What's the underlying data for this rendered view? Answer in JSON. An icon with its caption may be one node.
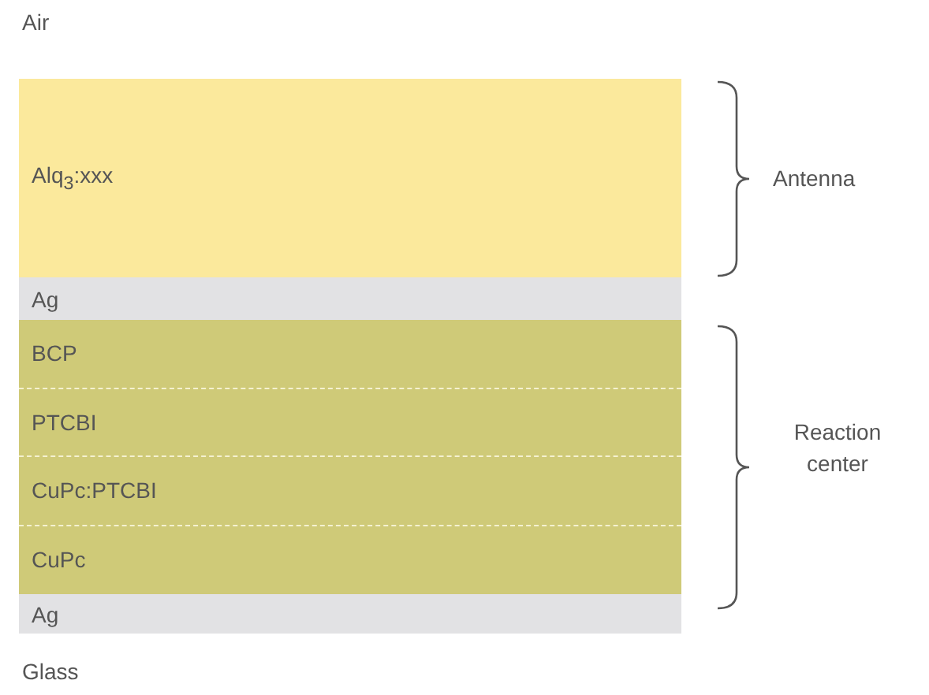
{
  "diagram": {
    "nodes": [
      {
        "text": [
          "Alq$_{3}$:xxx"
        ]
      },
      {
        "text": [
          "Ag"
        ]
      },
      {
        "text": [
          "BCP"
        ]
      },
      {
        "text": [
          "PTCBI"
        ]
      },
      {
        "text": [
          "CuPc:PTCBI"
        ]
      },
      {
        "text": [
          "CuPc"
        ]
      },
      {
        "text": [
          "Ag"
        ]
      }
    ],
    "edges": [],
    "labels": [
      "Air",
      "Antenna",
      "Reaction center",
      "Glass"
    ]
  }
}
